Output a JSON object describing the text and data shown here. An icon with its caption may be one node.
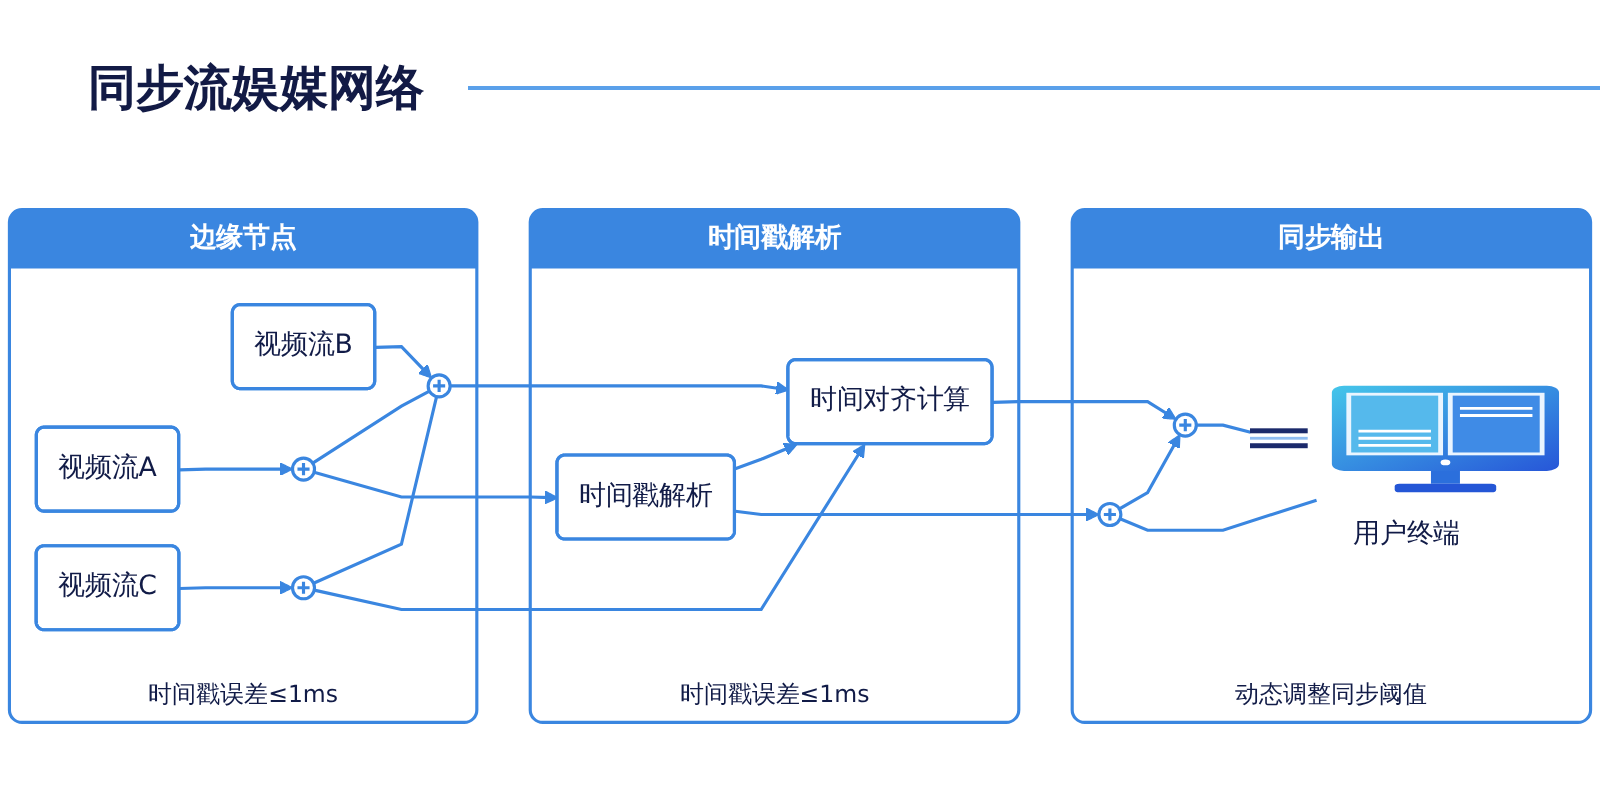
{
  "diagram": {
    "title": "同步流娱媒网络",
    "nodes": [
      {
        "text": [
          "边缘节点",
          "时间戳误差≤1ms"
        ]
      },
      {
        "text": [
          "视频流A"
        ],
        "in": 0
      },
      {
        "text": [
          "视频流B"
        ],
        "in": 0
      },
      {
        "text": [
          "视频流C"
        ],
        "in": 0
      },
      {
        "text": [],
        "shape": "circle",
        "in": 0
      },
      {
        "text": [],
        "shape": "circle",
        "in": 0
      },
      {
        "text": [],
        "shape": "circle",
        "in": 0
      },
      {
        "text": [
          "时间戳解析",
          "时间戳误差≤1ms"
        ]
      },
      {
        "text": [
          "时间戳解析"
        ],
        "in": 7
      },
      {
        "text": [
          "时间对齐计算"
        ],
        "in": 7
      },
      {
        "text": [
          "同步输出",
          "动态调整同步阈值"
        ]
      },
      {
        "text": [],
        "shape": "circle",
        "in": 10
      },
      {
        "text": [],
        "shape": "circle",
        "in": 10
      },
      {
        "text": [
          "用户终端"
        ],
        "in": 10
      }
    ],
    "edges": [
      {
        "from": 1,
        "to": 4,
        "arrow": "to"
      },
      {
        "from": 2,
        "to": 5,
        "arrow": "to"
      },
      {
        "from": 3,
        "to": 6,
        "arrow": "to"
      },
      {
        "from": 4,
        "to": 5,
        "arrow": "none"
      },
      {
        "from": 6,
        "to": 5,
        "arrow": "none"
      },
      {
        "from": 4,
        "to": 8,
        "arrow": "to"
      },
      {
        "from": 5,
        "to": 9,
        "arrow": "to"
      },
      {
        "from": 8,
        "to": 9,
        "arrow": "to"
      },
      {
        "from": 6,
        "to": 9,
        "arrow": "to"
      },
      {
        "from": 8,
        "to": 11,
        "arrow": "to"
      },
      {
        "from": 9,
        "to": 12,
        "arrow": "to"
      },
      {
        "from": 11,
        "to": 12,
        "arrow": "to"
      },
      {
        "from": 11,
        "to": 13,
        "arrow": "none"
      },
      {
        "from": 12,
        "to": 13,
        "arrow": "none"
      }
    ]
  }
}
